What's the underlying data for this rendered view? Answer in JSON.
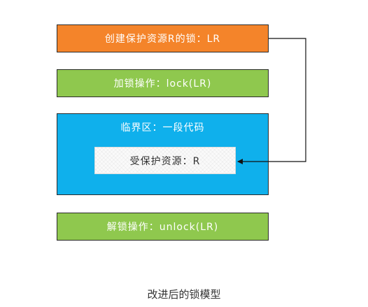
{
  "diagram": {
    "create_lock": "创建保护资源R的锁：LR",
    "lock_op": "加锁操作：lock(LR)",
    "critical_section": "临界区：一段代码",
    "protected_resource": "受保护资源：R",
    "unlock_op": "解锁操作：unlock(LR)"
  },
  "caption": "改进后的锁模型",
  "colors": {
    "create_box": "#f4842a",
    "op_box": "#8fc84e",
    "critical_box": "#0fb0ec",
    "resource_box": "#fafafa",
    "arrow": "#111111"
  }
}
